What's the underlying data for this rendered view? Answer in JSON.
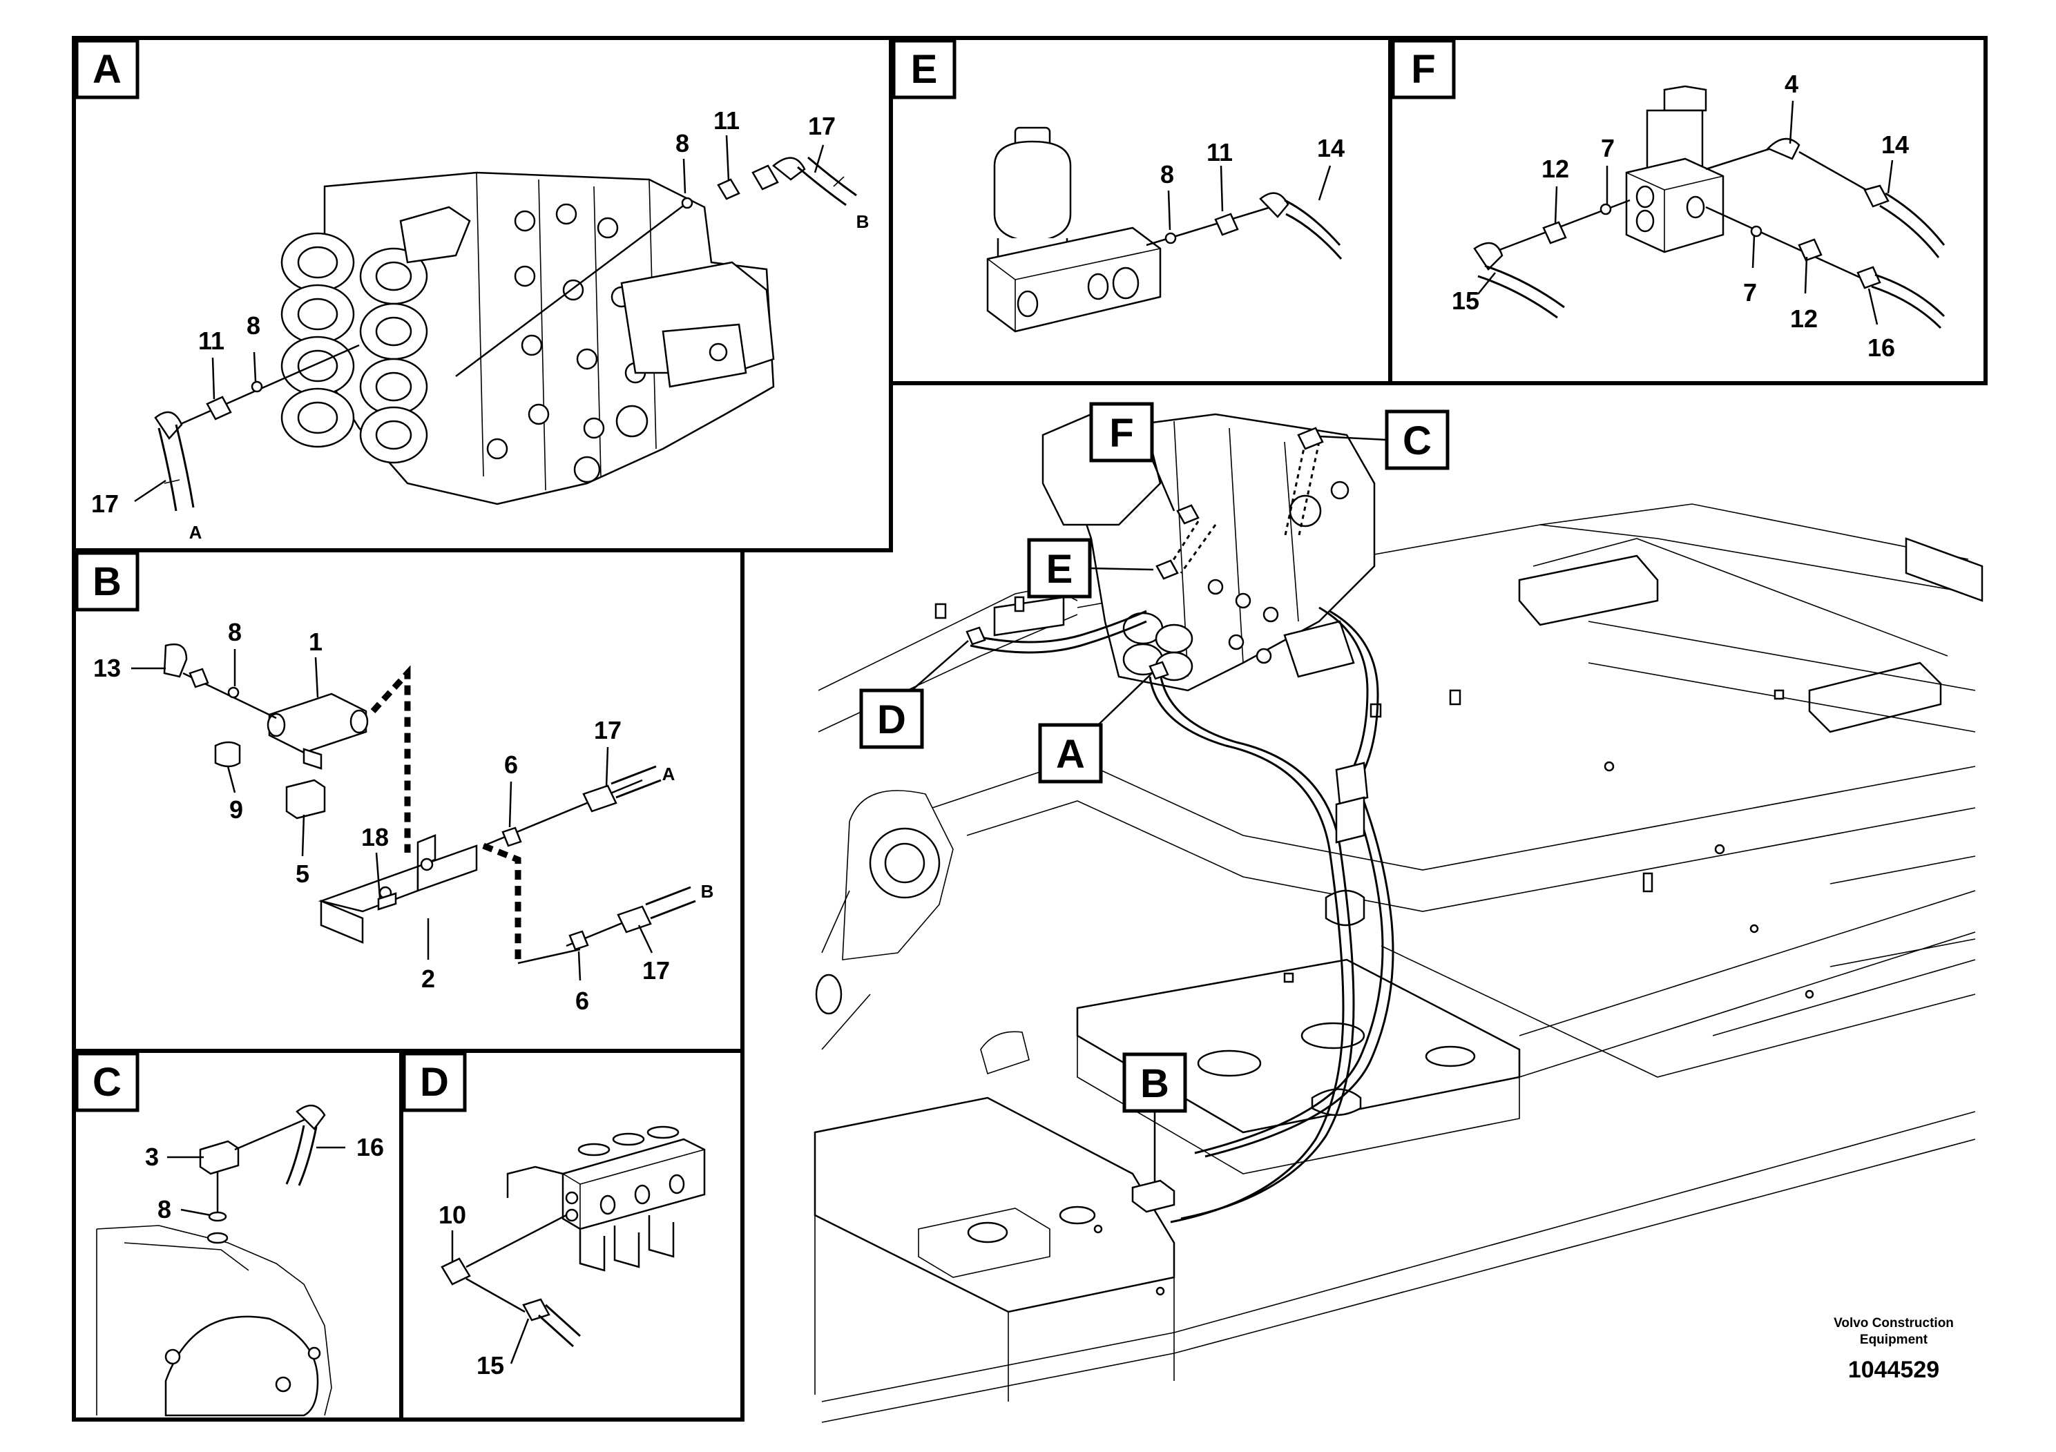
{
  "panels": {
    "A": {
      "letter": "A",
      "callouts": [
        "8",
        "11",
        "17",
        "11",
        "8",
        "17"
      ],
      "ends": [
        "B",
        "A"
      ]
    },
    "B": {
      "letter": "B",
      "callouts": [
        "13",
        "8",
        "1",
        "9",
        "5",
        "18",
        "2",
        "6",
        "17",
        "6",
        "17"
      ],
      "ends": [
        "A",
        "B"
      ]
    },
    "C": {
      "letter": "C",
      "callouts": [
        "3",
        "16",
        "8"
      ]
    },
    "D": {
      "letter": "D",
      "callouts": [
        "10",
        "15"
      ]
    },
    "E": {
      "letter": "E",
      "callouts": [
        "8",
        "11",
        "14"
      ]
    },
    "F": {
      "letter": "F",
      "callouts": [
        "4",
        "12",
        "7",
        "14",
        "15",
        "7",
        "12",
        "16"
      ]
    }
  },
  "main_view": {
    "markers": [
      "F",
      "C",
      "E",
      "D",
      "A",
      "B"
    ]
  },
  "footer": {
    "company_line1": "Volvo Construction",
    "company_line2": "Equipment",
    "drawing_number": "1044529"
  }
}
